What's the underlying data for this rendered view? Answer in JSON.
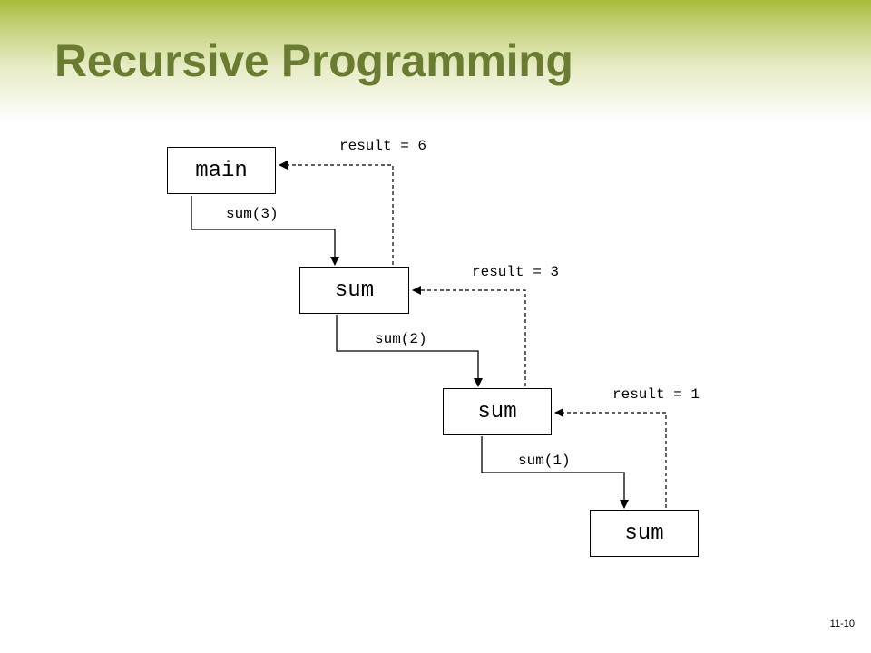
{
  "title": "Recursive Programming",
  "slide_number": "11-10",
  "frames": {
    "main": "main",
    "sum1": "sum",
    "sum2": "sum",
    "sum3": "sum"
  },
  "calls": {
    "c1": "sum(3)",
    "c2": "sum(2)",
    "c3": "sum(1)"
  },
  "returns": {
    "r1": "result = 6",
    "r2": "result = 3",
    "r3": "result = 1"
  }
}
